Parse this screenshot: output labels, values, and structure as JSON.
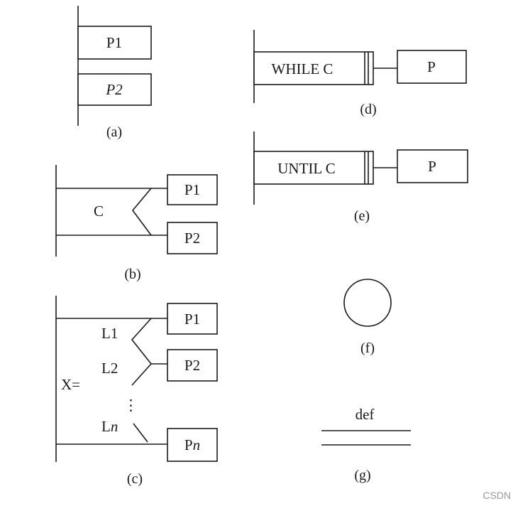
{
  "diagram_a": {
    "box1": "P1",
    "box2": "P2",
    "caption": "(a)"
  },
  "diagram_b": {
    "condition": "C",
    "box1": "P1",
    "box2": "P2",
    "caption": "(b)"
  },
  "diagram_c": {
    "selector": "X=",
    "label1": "L1",
    "label2": "L2",
    "dots": "⋮",
    "labeln_prefix": "L",
    "labeln_suffix": "n",
    "box1": "P1",
    "box2": "P2",
    "boxn_prefix": "P",
    "boxn_suffix": "n",
    "caption": "(c)"
  },
  "diagram_d": {
    "loop": "WHILE C",
    "box": "P",
    "caption": "(d)"
  },
  "diagram_e": {
    "loop": "UNTIL C",
    "box": "P",
    "caption": "(e)"
  },
  "diagram_f": {
    "caption": "(f)"
  },
  "diagram_g": {
    "label": "def",
    "caption": "(g)"
  },
  "watermark": "CSDN"
}
